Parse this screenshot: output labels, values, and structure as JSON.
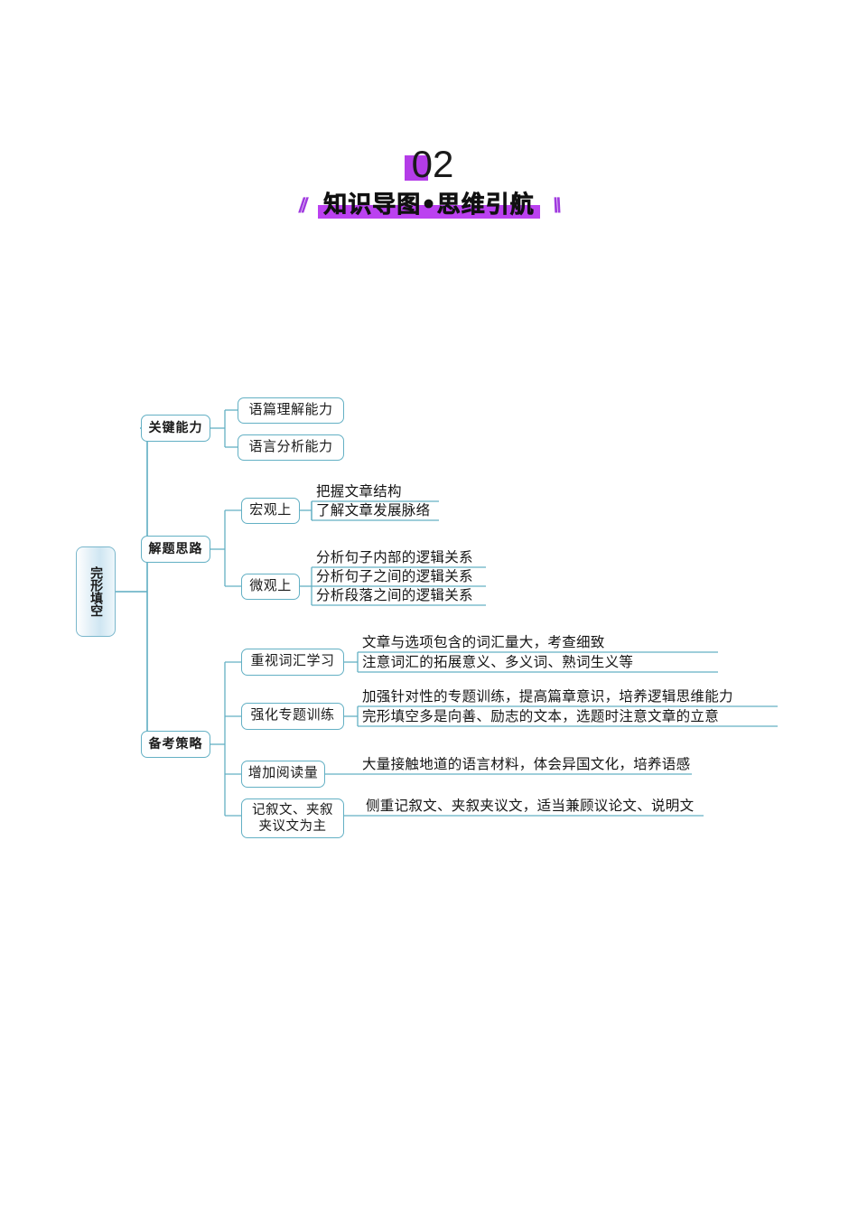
{
  "header": {
    "number": "02",
    "title": "知识导图•思维引航",
    "slash_left": "//",
    "slash_right": "\\\\",
    "accent_color": "#b43ce8",
    "bar_color": "#bb41f0"
  },
  "mindmap": {
    "root": "完形填空",
    "line_color": "#63b0c4",
    "branches": [
      {
        "label": "关键能力",
        "leaves": [
          "语篇理解能力",
          "语言分析能力"
        ],
        "subs": []
      },
      {
        "label": "解题思路",
        "leaves": [],
        "subs": [
          {
            "label": "宏观上",
            "leaves": [
              "把握文章结构",
              "了解文章发展脉络"
            ]
          },
          {
            "label": "微观上",
            "leaves": [
              "分析句子内部的逻辑关系",
              "分析句子之间的逻辑关系",
              "分析段落之间的逻辑关系"
            ]
          }
        ]
      },
      {
        "label": "备考策略",
        "leaves": [],
        "subs": [
          {
            "label": "重视词汇学习",
            "leaves": [
              "文章与选项包含的词汇量大，考查细致",
              "注意词汇的拓展意义、多义词、熟词生义等"
            ]
          },
          {
            "label": "强化专题训练",
            "leaves": [
              "加强针对性的专题训练，提高篇章意识，培养逻辑思维能力",
              "完形填空多是向善、励志的文本，选题时注意文章的立意"
            ]
          },
          {
            "label": "增加阅读量",
            "leaves": [
              "大量接触地道的语言材料，体会异国文化，培养语感"
            ]
          },
          {
            "label": "记叙文、夹叙夹议文为主",
            "label_line1": "记叙文、夹叙",
            "label_line2": "夹议文为主",
            "leaves": [
              "侧重记叙文、夹叙夹议文，适当兼顾议论文、说明文"
            ]
          }
        ]
      }
    ]
  }
}
